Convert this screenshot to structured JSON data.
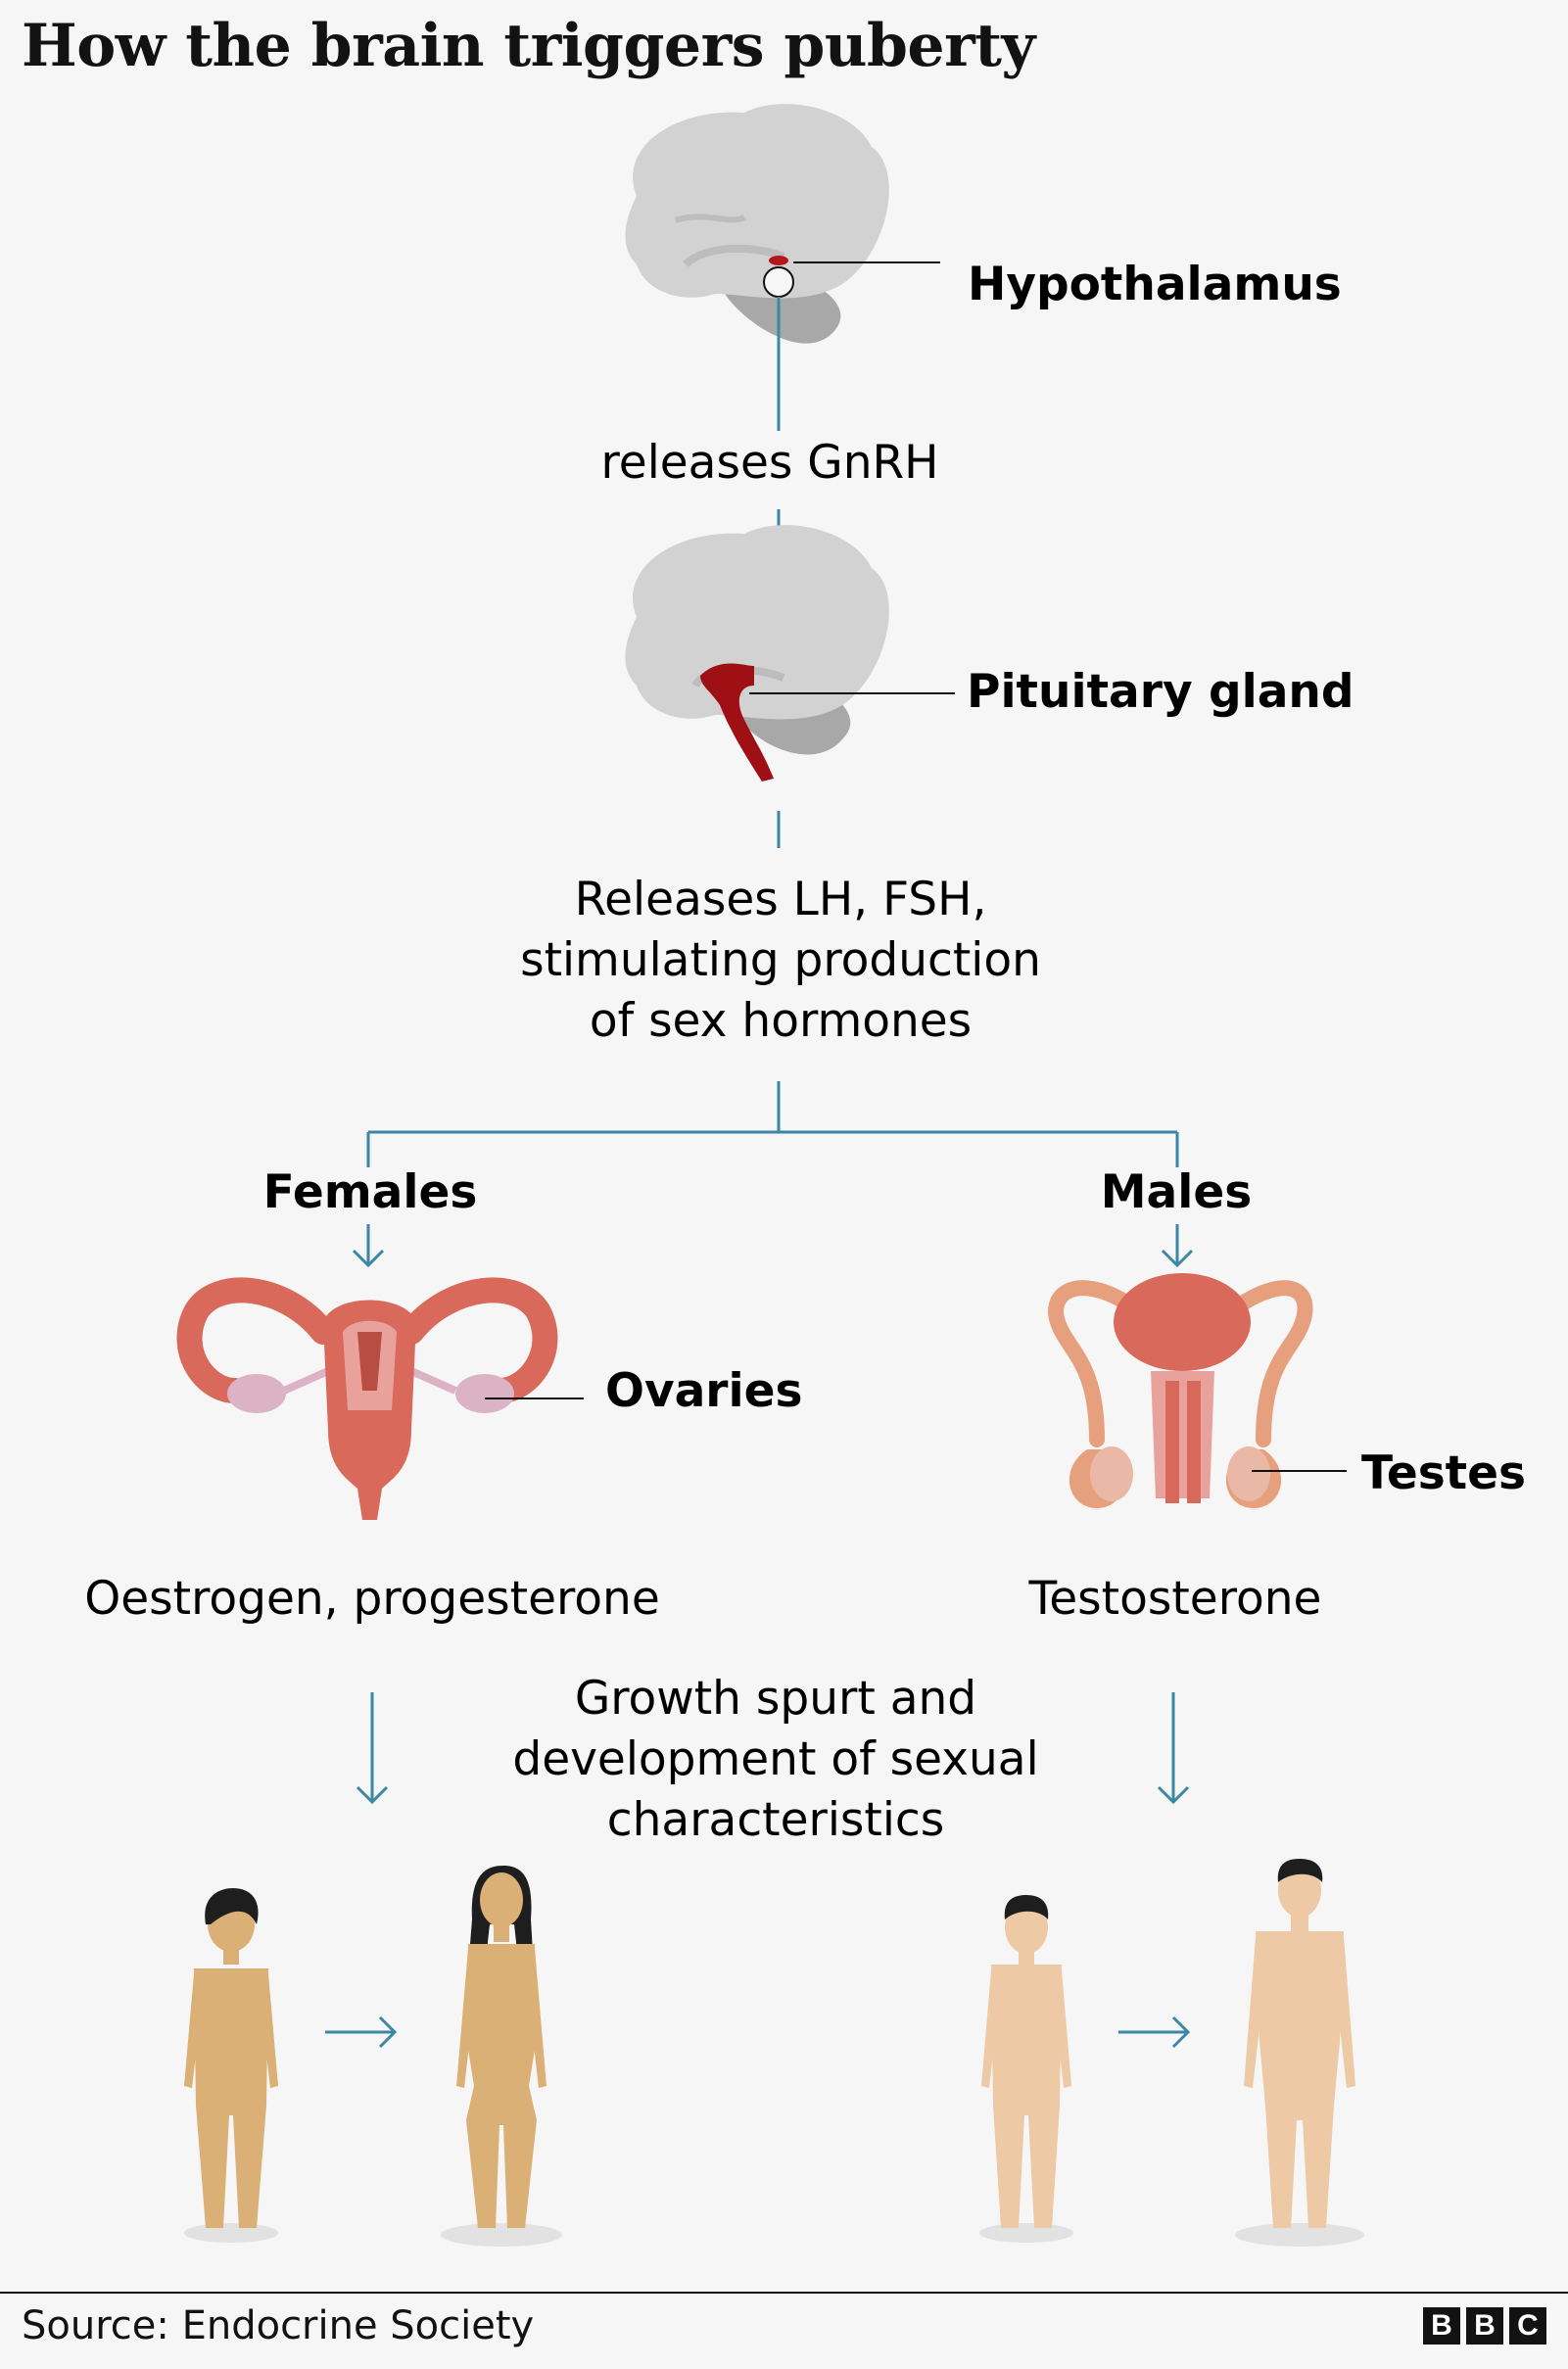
{
  "title": "How the brain triggers puberty",
  "labels": {
    "hypothalamus": "Hypothalamus",
    "releases_gnrh": "releases GnRH",
    "pituitary": "Pituitary gland",
    "releases_lh_lines": [
      "Releases LH, FSH,",
      "stimulating production",
      "of sex hormones"
    ],
    "females": "Females",
    "males": "Males",
    "ovaries": "Ovaries",
    "testes": "Testes",
    "female_hormones": "Oestrogen, progesterone",
    "male_hormones": "Testosterone",
    "growth_lines": [
      "Growth spurt and",
      "development of sexual",
      "characteristics"
    ]
  },
  "footer": {
    "source": "Source: Endocrine Society",
    "logo_letters": [
      "B",
      "B",
      "C"
    ]
  },
  "colors": {
    "connector": "#3b87a6",
    "brain_light": "#d2d2d2",
    "brain_dark": "#a8a8a8",
    "pituitary": "#9e1014",
    "organ_red": "#d9695a",
    "organ_pink": "#e9a29b",
    "ovary": "#dcb3c4",
    "female_skin": "#dbb077",
    "male_skin": "#edc9a6"
  }
}
